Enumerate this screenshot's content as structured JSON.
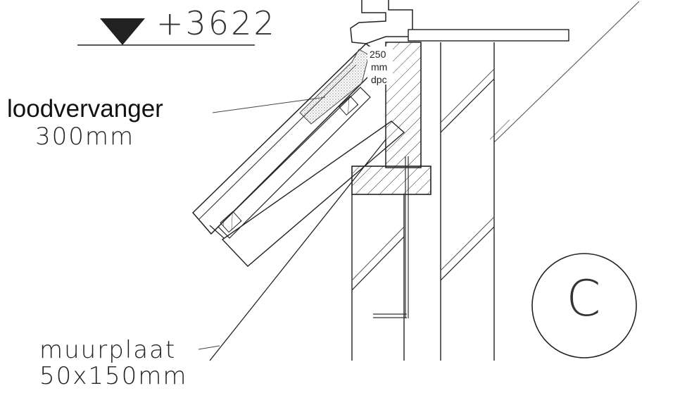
{
  "level_marker": {
    "value": "+3622",
    "icon": "level-triangle-icon"
  },
  "callouts": {
    "lead_substitute": {
      "title": "loodvervanger",
      "size": "300mm"
    },
    "wall_plate": {
      "title": "muurplaat",
      "size": "50x150mm"
    }
  },
  "dpc_note": {
    "line1": "250",
    "line2": "mm",
    "line3": "dpc"
  },
  "detail_marker": {
    "letter": "C"
  },
  "colors": {
    "line": "#1a1a1a",
    "hatch": "#333333",
    "stipple": "#9a9a9a"
  }
}
